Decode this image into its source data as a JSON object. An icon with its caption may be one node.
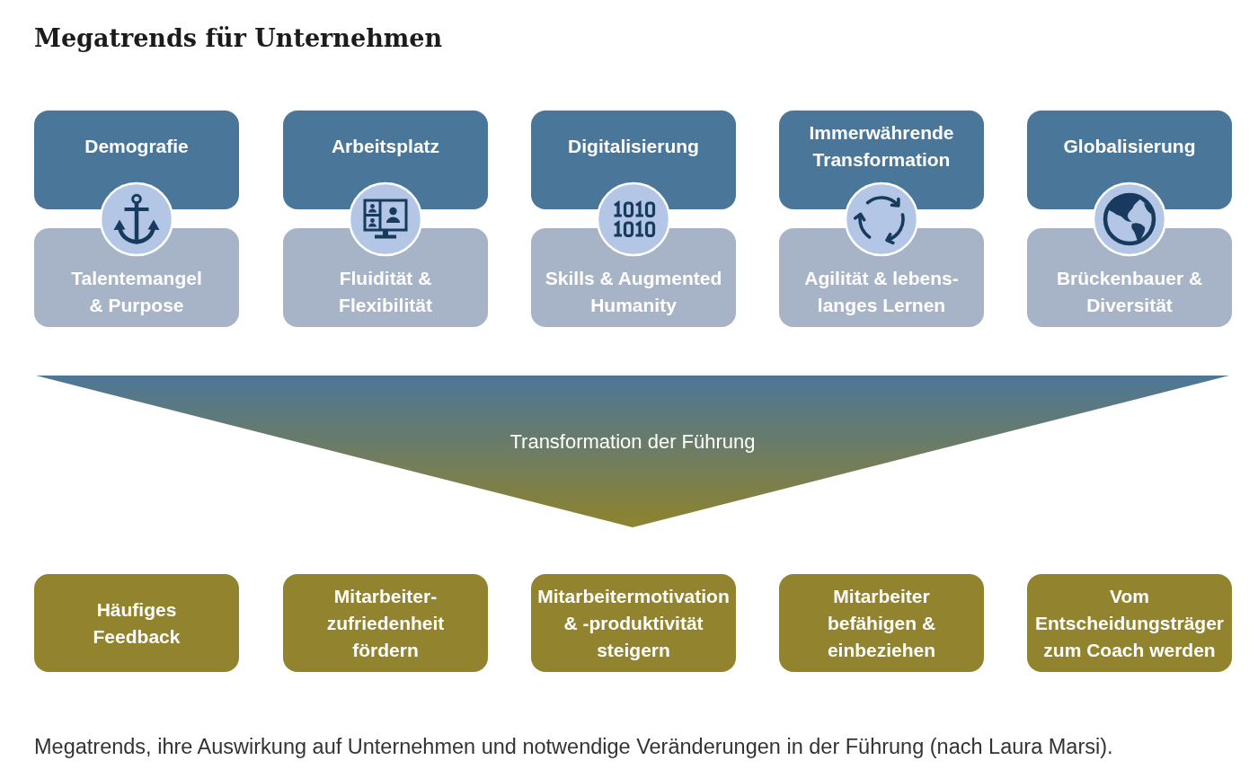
{
  "diagram": {
    "title": "Megatrends für Unternehmen",
    "caption": "Megatrends, ihre Auswirkung auf Unternehmen und notwendige Veränderungen in der Führung (nach Laura Marsi).",
    "nodes": [
      {
        "text": [
          "Demografie"
        ]
      },
      {
        "text": [
          "Arbeitsplatz"
        ]
      },
      {
        "text": [
          "Digitalisierung"
        ]
      },
      {
        "text": [
          "Immerwährende Transformation"
        ]
      },
      {
        "text": [
          "Globalisierung"
        ]
      },
      {
        "text": [
          "Talentemangel & Purpose"
        ]
      },
      {
        "text": [
          "Fluidität & Flexibilität"
        ]
      },
      {
        "text": [
          "Skills & Augmented Humanity"
        ]
      },
      {
        "text": [
          "Agilität & lebens- langes Lernen"
        ]
      },
      {
        "text": [
          "Brückenbauer & Diversität"
        ]
      },
      {
        "text": [
          "Transformation der Führung"
        ]
      },
      {
        "text": [
          "Häufiges Feedback"
        ]
      },
      {
        "text": [
          "Mitarbeiter- zufriedenheit fördern"
        ]
      },
      {
        "text": [
          "Mitarbeitermotivation & -produktivität steigern"
        ]
      },
      {
        "text": [
          "Mitarbeiter befähigen & einbeziehen"
        ]
      },
      {
        "text": [
          "Vom Entscheidungsträger zum Coach werden"
        ]
      }
    ]
  }
}
